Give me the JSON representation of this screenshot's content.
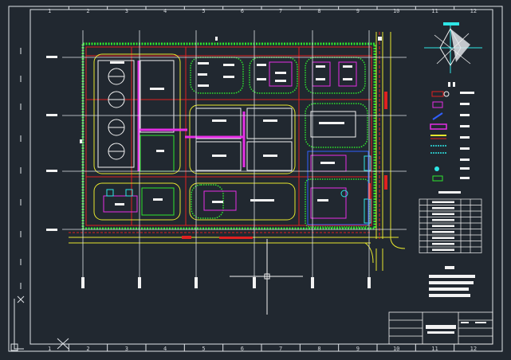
{
  "border": {
    "columns": [
      "1",
      "2",
      "3",
      "4",
      "5",
      "6",
      "7",
      "8",
      "9",
      "10",
      "11",
      "12"
    ]
  },
  "colors": {
    "background": "#212830",
    "frame": "#dfe3e8",
    "boundary_green": "#2ee62e",
    "road_red": "#e02020",
    "yellow": "#e6e62e",
    "magenta": "#e62ee6",
    "cyan": "#2ee6e6",
    "blue": "#3060ff",
    "white": "#f2f2f2"
  },
  "icons": {
    "ucs": "ucs-axis-icon",
    "north": "north-arrow-icon",
    "cursor": "crosshair-cursor-icon"
  }
}
